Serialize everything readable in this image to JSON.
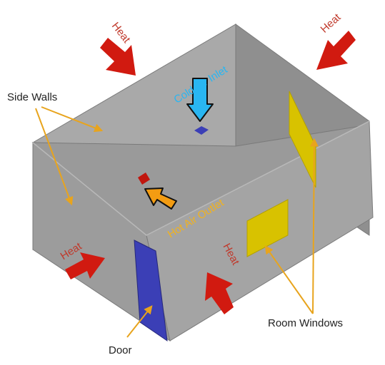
{
  "labels": {
    "heat": "Heat",
    "cold_air_inlet": "Cold Air Inlet",
    "hot_air_outlet": "Hot Air Outlet",
    "side_walls": "Side Walls",
    "room_windows": "Room Windows",
    "door": "Door"
  },
  "colors": {
    "wall_light": "#a7a7a7",
    "wall_mid": "#9b9b9b",
    "wall_dark": "#8e8e8e",
    "floor": "#999999",
    "heat_arrow": "#d11a10",
    "heat_text": "#c0392b",
    "cold_arrow": "#29b6f2",
    "cold_text": "#29b6f2",
    "hot_arrow": "#f39c12",
    "hot_text": "#f1b21f",
    "window": "#d8c200",
    "door": "#3b3fb6",
    "inlet_vent": "#3b3fb6",
    "outlet_vent": "#c0160e",
    "pointer": "#e8a41d",
    "annotation_text": "#222222"
  }
}
